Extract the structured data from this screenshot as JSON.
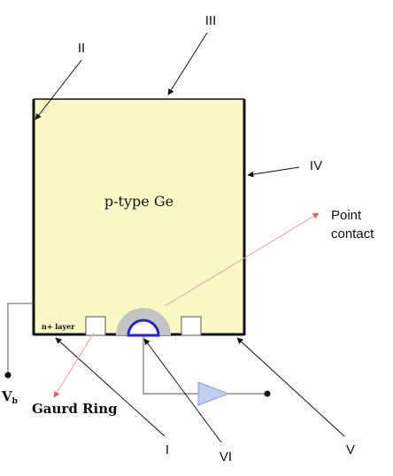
{
  "labels": {
    "material": "p-type Ge",
    "point_contact_line1": "Point",
    "point_contact_line2": "contact",
    "n_layer": "n+ layer",
    "guard_ring": "Gaurd Ring",
    "vb_main": "V",
    "vb_sub": "b",
    "roman_I": "I",
    "roman_II": "II",
    "roman_III": "III",
    "roman_IV": "IV",
    "roman_V": "V",
    "roman_VI": "VI"
  },
  "colors": {
    "crystal_fill": "#fbf8c8",
    "outline": "#111111",
    "contact_ring": "#c4c4c4",
    "contact_core": "#2424c8",
    "amplifier_fill": "#c3cdf0",
    "amplifier_stroke": "#8a9bd6",
    "pointer_red": "#e06060",
    "pointer_red_light": "#e8a0a0"
  }
}
